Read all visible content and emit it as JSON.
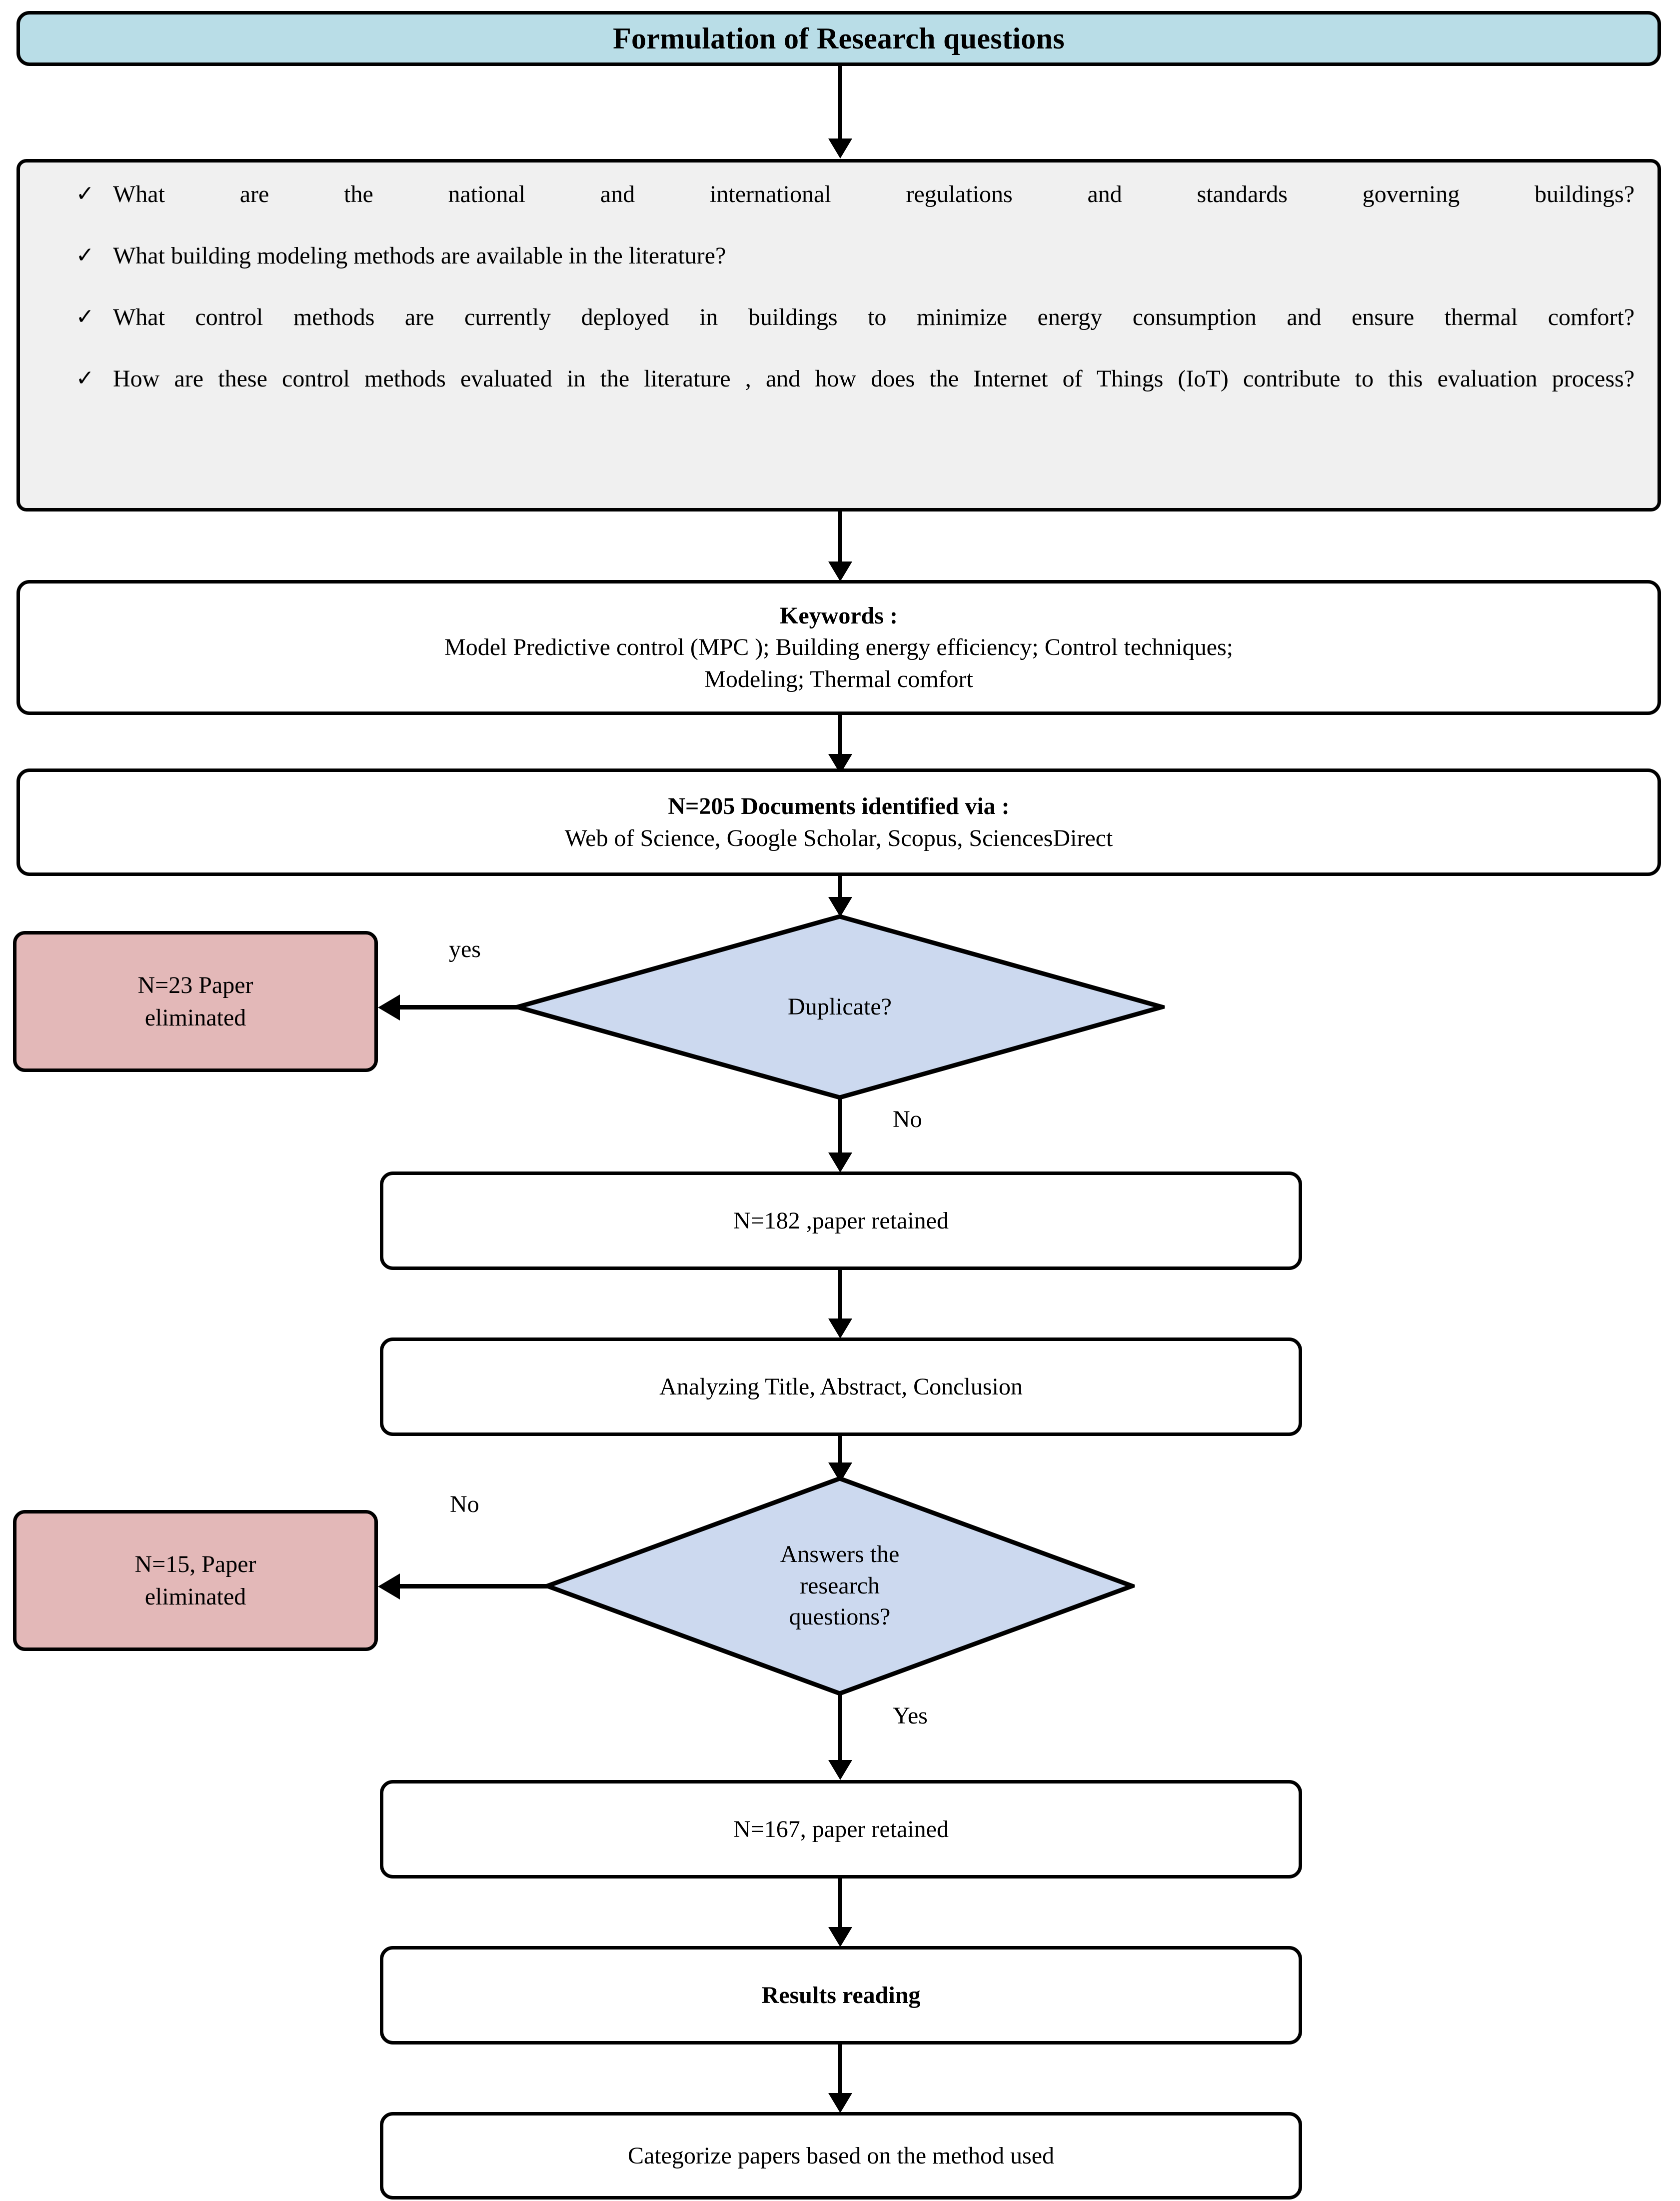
{
  "flow": {
    "title_box": {
      "label": "Formulation of Research questions"
    },
    "research_questions": {
      "check_glyph": "✓",
      "items": [
        "What are the national and international regulations and standards governing buildings?",
        "What building modeling methods are available in the literature?",
        "What control methods are currently deployed in buildings to minimize energy consumption and ensure thermal comfort?",
        "How are these control methods evaluated in the literature , and how does the Internet of Things (IoT) contribute to this evaluation process?"
      ]
    },
    "keywords_box": {
      "heading": "Keywords :",
      "line1": "Model Predictive control (MPC ); Building energy efficiency; Control techniques;",
      "line2": "Modeling; Thermal comfort"
    },
    "identified_box": {
      "heading": "N=205 Documents identified via :",
      "sources": "Web of Science, Google Scholar, Scopus, SciencesDirect"
    },
    "duplicate_decision": {
      "label": "Duplicate?"
    },
    "eliminated_1": {
      "line1": "N=23 Paper",
      "line2": "eliminated"
    },
    "edge_yes_1": {
      "label": "yes"
    },
    "edge_no_1": {
      "label": "No"
    },
    "retained_182": {
      "label": "N=182 ,paper retained"
    },
    "analyzing_box": {
      "label": "Analyzing Title, Abstract, Conclusion"
    },
    "answers_decision": {
      "line1": "Answers the",
      "line2": "research",
      "line3": "questions?"
    },
    "eliminated_2": {
      "line1": "N=15, Paper",
      "line2": "eliminated"
    },
    "edge_no_2": {
      "label": "No"
    },
    "edge_yes_2": {
      "label": "Yes"
    },
    "retained_167": {
      "label": "N=167, paper retained"
    },
    "results_reading": {
      "label": "Results reading"
    },
    "categorize_box": {
      "label": "Categorize papers based on the method used"
    }
  },
  "colors": {
    "title_fill": "#b9dde7",
    "question_fill": "#f0f0f0",
    "decision_fill": "#ccd9ef",
    "eliminated_fill": "#e3b8b8",
    "stroke": "#000000",
    "page_background": "#ffffff"
  }
}
